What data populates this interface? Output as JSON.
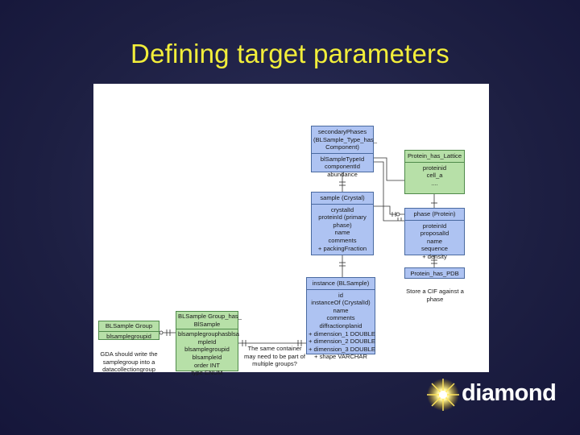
{
  "slide": {
    "title": "Defining target parameters",
    "brand": "diamond"
  },
  "diagram": {
    "secondary_phases": {
      "header": [
        "secondaryPhases",
        "(BLSample_Type_has_",
        "Component)"
      ],
      "fields": [
        "blSampleTypeId",
        "componentId",
        "abundance"
      ]
    },
    "protein_has_lattice": {
      "header": [
        "Protein_has_Lattice"
      ],
      "fields": [
        "proteinid",
        "cell_a",
        "...."
      ]
    },
    "sample": {
      "header": [
        "sample (Crystal)"
      ],
      "fields": [
        "crystalId",
        "proteinId (primary",
        "phase)",
        "name",
        "comments",
        "+ packingFraction"
      ]
    },
    "phase": {
      "header": [
        "phase (Protein)"
      ],
      "fields": [
        "proteinId",
        "proposalId",
        "name",
        "sequence",
        "+ density"
      ]
    },
    "protein_has_pdb": {
      "header": [
        "Protein_has_PDB"
      ],
      "note": [
        "Store a CIF against a",
        "phase"
      ]
    },
    "instance": {
      "header": [
        "instance (BLSample)"
      ],
      "fields": [
        "id",
        "instanceOf (CrystalId)",
        "name",
        "comments",
        "diffractionplanid",
        "+ dimension_1 DOUBLE",
        "+ dimension_2 DOUBLE",
        "+ dimension_3 DOUBLE",
        "+ shape VARCHAR"
      ]
    },
    "blsample_group": {
      "header": [
        "BLSample Group"
      ],
      "fields": [
        "blsamplegroupid"
      ],
      "note": [
        "GDA should write the",
        "samplegroup into a",
        "datacollectiongroup"
      ]
    },
    "blsample_group_has_blsample": {
      "header": [
        "BLSample Group_has_",
        "BlSample"
      ],
      "fields": [
        "blsamplegrouphasblsa",
        "mpleId",
        "blsamplegroupid",
        "blsampleId",
        "order INT",
        "type ENUM"
      ]
    },
    "container_note": [
      "The same container",
      "may need to be part of",
      "multiple groups?"
    ]
  },
  "colors": {
    "title": "#f2ee3a",
    "entity_blue": "#aec3f2",
    "entity_green": "#b7e0a8",
    "background": "#1d1f42"
  }
}
